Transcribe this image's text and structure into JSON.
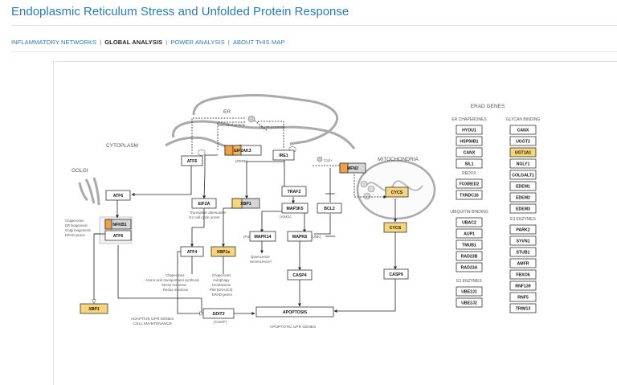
{
  "title": "Endoplasmic Reticulum Stress and Unfolded Protein Response",
  "nav": [
    {
      "label": "INFLAMMATORY NETWORKS",
      "active": false
    },
    {
      "label": "GLOBAL ANALYSIS",
      "active": true
    },
    {
      "label": "POWER ANALYSIS",
      "active": false
    },
    {
      "label": "ABOUT THIS MAP",
      "active": false
    }
  ],
  "nav_separator": "|",
  "colors": {
    "link": "#2a7ab8",
    "orange": "#f0a040",
    "yellow": "#f7d57a",
    "pale": "#faf0c8",
    "grey": "#d6d6d6"
  },
  "labels": {
    "er": "ER",
    "cytoplasm": "CYTOPLASM",
    "golgi": "GOLGI",
    "mitochondria": "MITOCHONDRIA",
    "erad_genes": "ERAD GENES",
    "er_chaperones": "ER CHAPERONES",
    "glycan_binding": "GLYCAN BINDING",
    "redox": "REDOX",
    "ubiquitin_binding": "UBIQUITIN BINDING",
    "e2_enzymes": "E2 ENZYMES",
    "e3_enzymes": "E3 ENZYMES",
    "adaptive1": "ADAPTIVE UPR GENES",
    "adaptive2": "CELL MAINTENANCE",
    "apoptotic": "APOPTOTIC UPR GENES",
    "misfolded": "Misfolded protein",
    "grp78": "Grp78 (HSPA5)",
    "perk": "(PERK)",
    "ca2": "Ca2+",
    "ask1": "(ASK1)",
    "p38": "(P38)",
    "jnk": "(JNK)",
    "chop": "(CHOP)",
    "transl1": "Translation attenuation",
    "transl2": "G1 cell cycle arrest",
    "quies1": "Quiescence",
    "quies2": "Senescence?",
    "golgi_list": [
      "Chaperones",
      "ER biogenesis",
      "Golgi biogenesis",
      "ERAD genes"
    ],
    "atf4_list": [
      "Chaperones",
      "Amino acid transport and synthesis",
      "Stress response",
      "Redox reactions"
    ],
    "xbp1s_list": [
      "Chaperones",
      "Autophagy",
      "Proteasome",
      "P58 (DNAJC3)",
      "ERAD genes"
    ]
  },
  "nodes": {
    "atf6_er": "ATF6",
    "eif2ak3": "EIF2AK3",
    "ire1": "IRE1",
    "mfn2": "MFN2",
    "atf6_golgi": "ATF6",
    "nfkb1": "NFKB1",
    "atf6_nuc": "ATF6",
    "eif2a": "EIF2A",
    "xbp1": "XBP1",
    "traf2": "TRAF2",
    "map3k5": "MAP3K5",
    "bcl2": "BCL2",
    "cycs_mito": "CYCS",
    "cycs": "CYCS",
    "mapk14": "MAPK14",
    "mapk8": "MAPK8",
    "atf4": "ATF4",
    "xbp1s": "XBP1s",
    "casp4": "CASP4",
    "casp9": "CASP9",
    "xbp1_nuc": "XBP1",
    "ddit3": "DDIT3",
    "apoptosis": "APOPTOSIS"
  },
  "erad": {
    "er_chaperones": [
      "HYOU1",
      "HSP90B1",
      "CANX",
      "SIL1"
    ],
    "redox": [
      "FOXRED2",
      "TXNDC16"
    ],
    "ubiquitin_binding": [
      "UBAC2",
      "AUP1",
      "TMUB1",
      "RAD23B",
      "RAD23A"
    ],
    "e2_enzymes": [
      "UBE2J1",
      "UBE2J2"
    ],
    "glycan_binding": [
      "CANX",
      "UGGT2",
      "UGT1A1",
      "NGLY1",
      "COLGALT1",
      "EDEM1",
      "EDEM2",
      "EDEM3"
    ],
    "e3_enzymes": [
      "PARK2",
      "SYVN1",
      "STUB1",
      "AMFR",
      "FBXO6",
      "RNF139",
      "RNF5",
      "TRIM13"
    ]
  }
}
